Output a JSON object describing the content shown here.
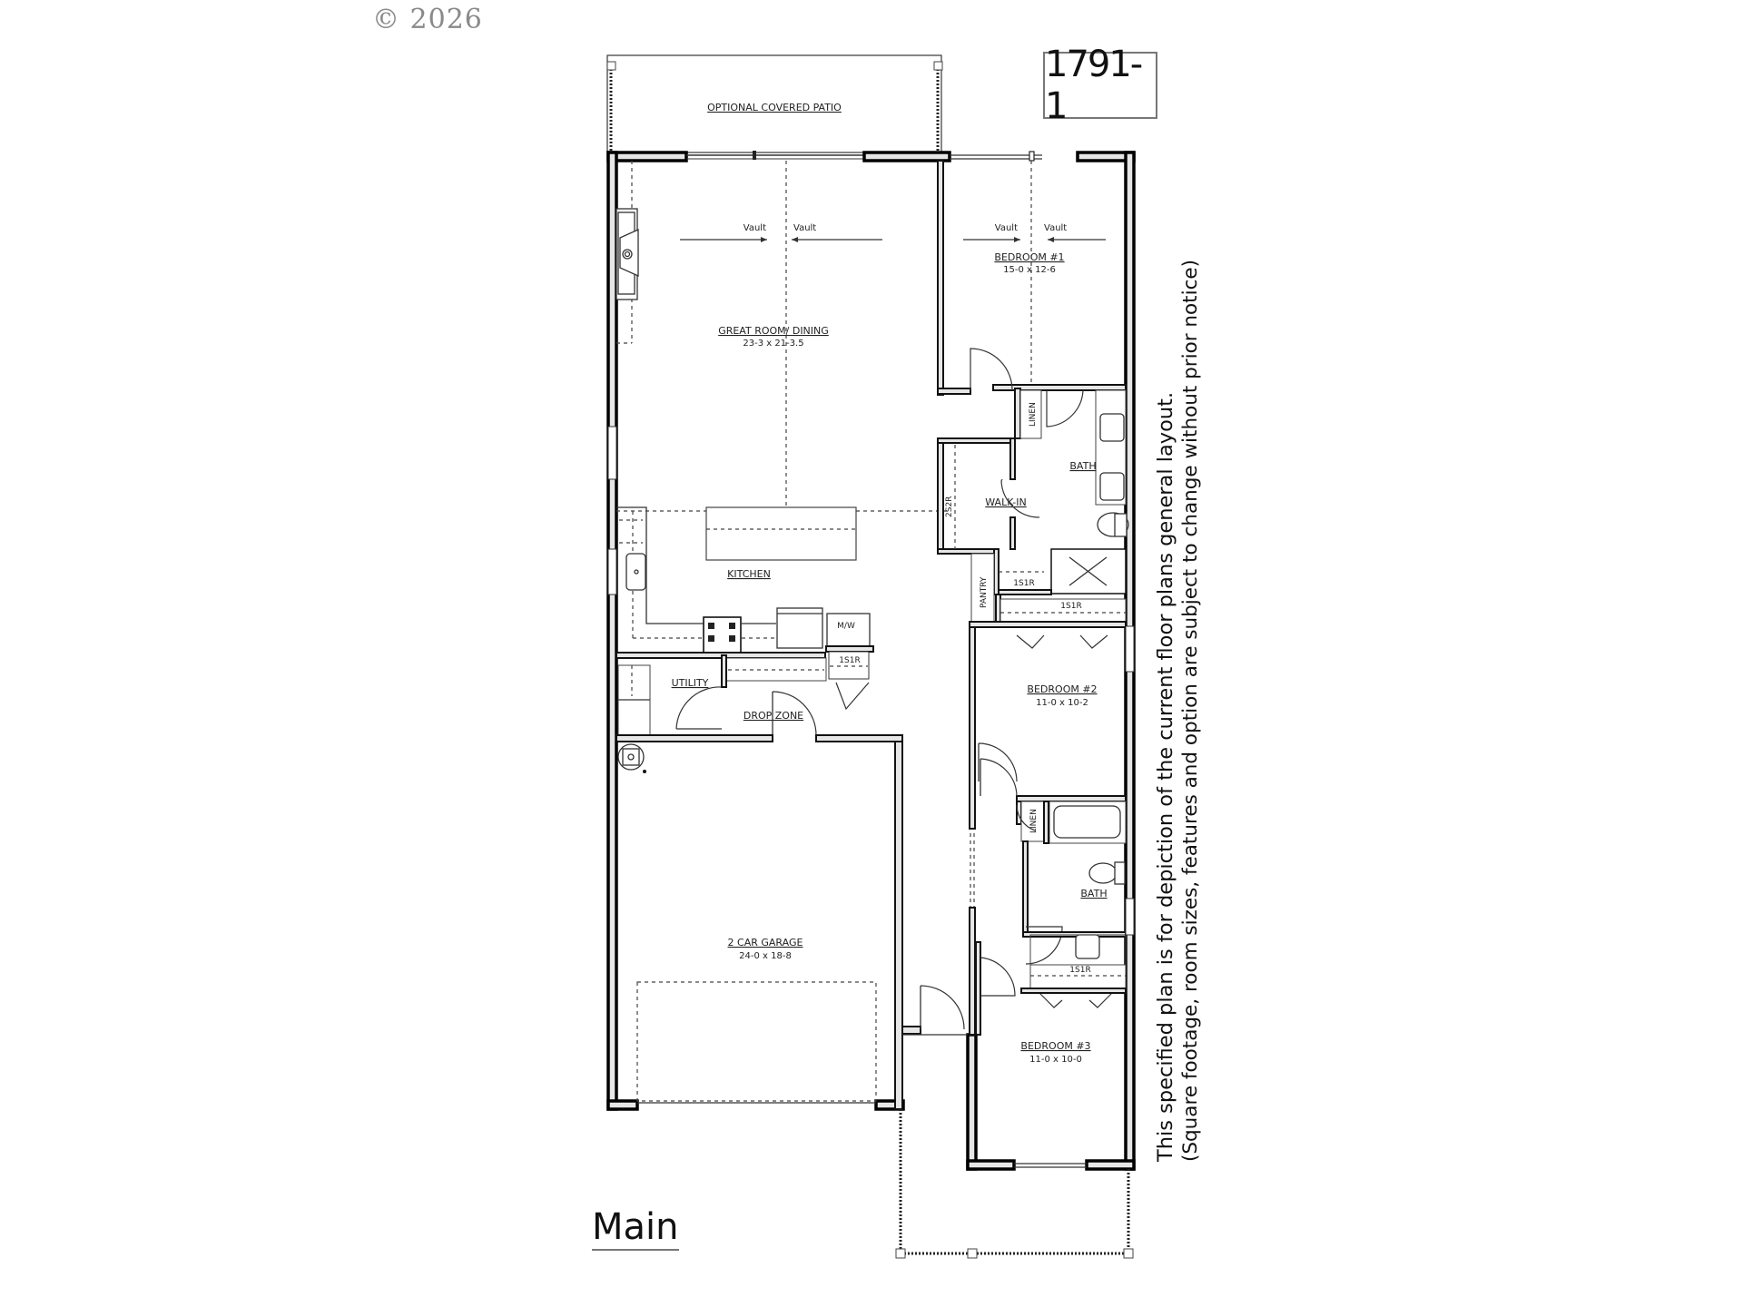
{
  "copyright": "© 2026",
  "plan_id": "1791-1",
  "level_label": "Main",
  "disclaimer": {
    "line1": "This specified plan is for depiction of the current floor plans general layout.",
    "line2": "(Square footage, room sizes, features and option are subject to change without prior notice)"
  },
  "rooms": {
    "patio": {
      "name": "OPTIONAL COVERED PATIO"
    },
    "great_room": {
      "name": "GREAT ROOM/ DINING",
      "size": "23-3 x 21-3.5",
      "vault_left": "Vault",
      "vault_right": "Vault"
    },
    "bedroom1": {
      "name": "BEDROOM #1",
      "size": "15-0 x 12-6",
      "vault_left": "Vault",
      "vault_right": "Vault"
    },
    "kitchen": {
      "name": "KITCHEN",
      "microwave": "M/W"
    },
    "master_bath": {
      "name": "BATH",
      "linen": "LINEN"
    },
    "walk_in": {
      "name": "WALK-IN",
      "shelf": "2S2R"
    },
    "pantry": {
      "name": "PANTRY"
    },
    "utility": {
      "name": "UTILITY"
    },
    "drop_zone": {
      "name": "DROP ZONE"
    },
    "garage": {
      "name": "2 CAR GARAGE",
      "size": "24-0 x 18-8"
    },
    "bedroom2": {
      "name": "BEDROOM #2",
      "size": "11-0 x 10-2"
    },
    "bath2": {
      "name": "BATH",
      "linen": "LINEN"
    },
    "bedroom3": {
      "name": "BEDROOM #3",
      "size": "11-0 x 10-0"
    }
  },
  "closet_labels": {
    "walkin_shelf": "1S1R",
    "hall_closet": "1S1R",
    "kitchen_closet": "1S1R",
    "bedroom3_closet": "1S1R"
  }
}
